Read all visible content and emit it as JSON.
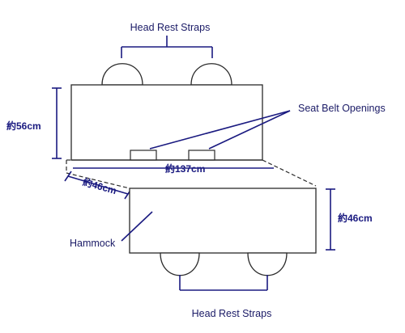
{
  "labels": {
    "head_rest_straps_top": "Head Rest Straps",
    "head_rest_straps_bottom": "Head Rest Straps",
    "seat_belt_openings": "Seat Belt Openings",
    "hammock": "Hammock"
  },
  "dimensions": {
    "left_height": "約56cm",
    "width": "約137cm",
    "flap_depth": "約46cm",
    "right_height": "約46cm"
  },
  "colors": {
    "line_blue": "#1a1a80",
    "outline": "#2a2a2a",
    "background": "#ffffff"
  }
}
